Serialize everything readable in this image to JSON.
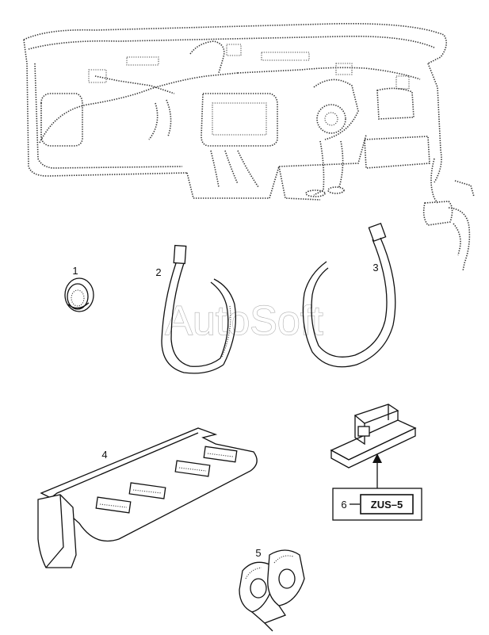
{
  "watermark": "AutoSoft",
  "callouts": {
    "part1": "1",
    "part2": "2",
    "part3": "3",
    "part4": "4",
    "part5": "5",
    "part6": "6"
  },
  "kit_label": "ZUS–5"
}
